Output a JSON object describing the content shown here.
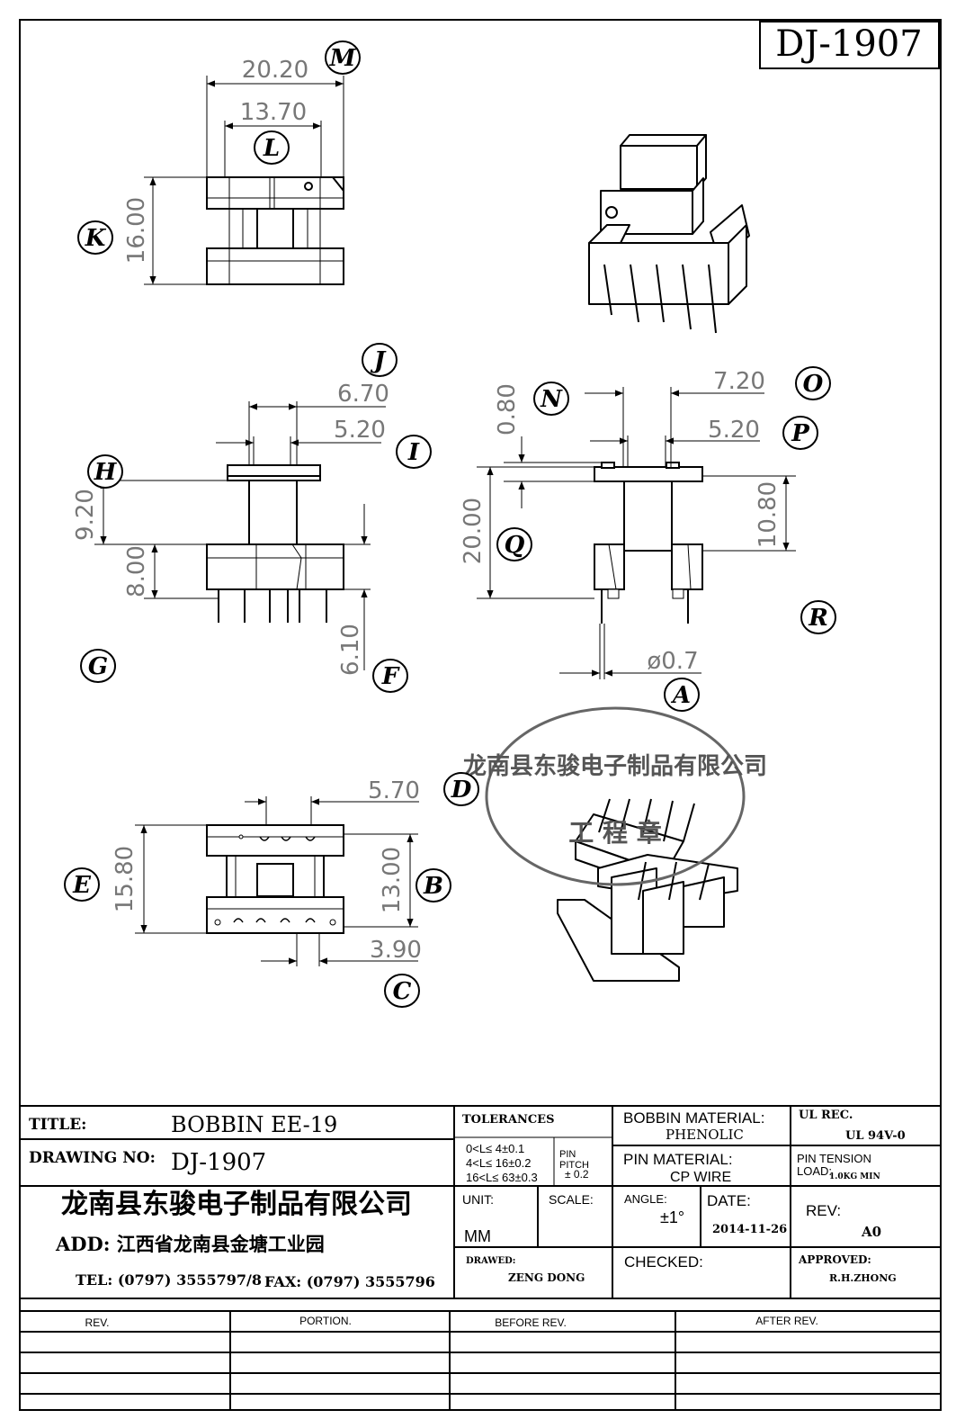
{
  "drawing_code": "DJ-1907",
  "dimensions": {
    "M": "20.20",
    "L": "13.70",
    "K": "16.00",
    "J": "6.70",
    "I": "5.20",
    "H": "9.20",
    "G": "8.00",
    "F": "6.10",
    "O": "7.20",
    "P": "5.20",
    "N": "0.80",
    "Q": "20.00",
    "R": "10.80",
    "A": "ø0.7",
    "D": "5.70",
    "E": "15.80",
    "B": "13.00",
    "C": "3.90"
  },
  "bubbles": [
    "M",
    "L",
    "K",
    "J",
    "I",
    "H",
    "G",
    "F",
    "O",
    "P",
    "N",
    "Q",
    "R",
    "A",
    "D",
    "E",
    "B",
    "C"
  ],
  "stamp": {
    "company": "龙南县东骏电子制品有限公司",
    "dept": "工 程 章"
  },
  "title_block": {
    "title_label": "TITLE:",
    "title_value": "BOBBIN  EE-19",
    "drawing_no_label": "DRAWING NO:",
    "drawing_no_value": "DJ-1907",
    "company_name": "龙南县东骏电子制品有限公司",
    "address": "ADD: 江西省龙南县金塘工业园",
    "tel": "TEL: (0797) 3555797/8",
    "fax": "FAX: (0797) 3555796",
    "tolerances_label": "TOLERANCES",
    "tol_1": "0<L≤ 4±0.1",
    "tol_2": "4<L≤ 16±0.2",
    "tol_3": "16<L≤ 63±0.3",
    "pin_pitch_label_1": "PIN",
    "pin_pitch_label_2": "PITCH",
    "pin_pitch_value": "± 0.2",
    "unit_label": "UNIT:",
    "unit_value": "MM",
    "scale_label": "SCALE:",
    "drawn_label": "DRAWED:",
    "drawn_value": "ZENG DONG",
    "bobbin_material_label": "BOBBIN MATERIAL:",
    "bobbin_material_value": "PHENOLIC",
    "pin_material_label": "PIN MATERIAL:",
    "pin_material_value": "CP WIRE",
    "angle_label": "ANGLE:",
    "angle_value": "±1°",
    "date_label": "DATE:",
    "date_value": "2014-11-26",
    "checked_label": "CHECKED:",
    "ul_rec_label": "UL REC.",
    "ul_rec_value": "UL   94V-0",
    "pin_tension_label_1": "PIN  TENSION",
    "pin_tension_label_2": "LOAD:",
    "pin_tension_value": "1.0KG MIN",
    "rev_label": "REV:",
    "rev_value": "A0",
    "approved_label": "APPROVED:",
    "approved_value": "R.H.ZHONG"
  },
  "revision_table": {
    "headers": [
      "REV.",
      "PORTION.",
      "BEFORE REV.",
      "AFTER REV."
    ]
  }
}
